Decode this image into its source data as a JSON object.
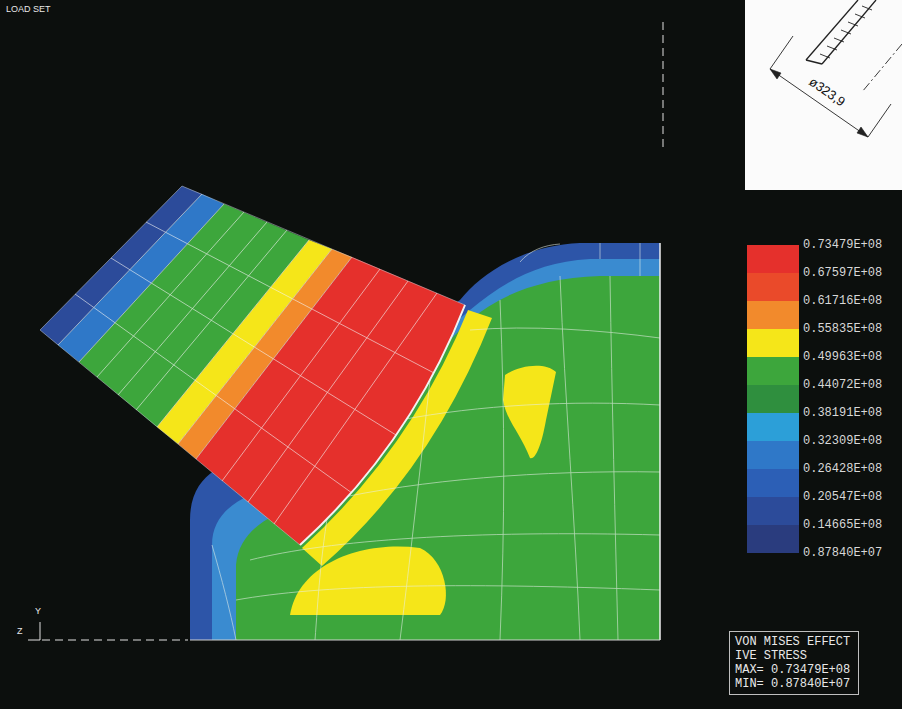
{
  "diagram": {
    "nodes": [
      {
        "text": [
          "VON MISES EFFECT IVE STRESS",
          "MAX= 0.73479E+08",
          "MIN= 0.87840E+07"
        ]
      }
    ],
    "labels": [
      "LOAD SET",
      "ø323,9",
      "0.87840E+07",
      "Y",
      "Z"
    ],
    "legend": [
      {
        "text": "0.73479E+08",
        "color": "#e5302c"
      },
      {
        "text": "0.67597E+08",
        "color": "#ea4a2a"
      },
      {
        "text": "0.61716E+08",
        "color": "#f28a2c"
      },
      {
        "text": "0.55835E+08",
        "color": "#f5e619"
      },
      {
        "text": "0.49963E+08",
        "color": "#3da63c"
      },
      {
        "text": "0.44072E+08",
        "color": "#2f8f3e"
      },
      {
        "text": "0.38191E+08",
        "color": "#2c9fd8"
      },
      {
        "text": "0.32309E+08",
        "color": "#2f78c8"
      },
      {
        "text": "0.26428E+08",
        "color": "#2c5fb6"
      },
      {
        "text": "0.20547E+08",
        "color": "#2c4b9a"
      },
      {
        "text": "0.14665E+08",
        "color": "#2a3c7e"
      }
    ]
  }
}
